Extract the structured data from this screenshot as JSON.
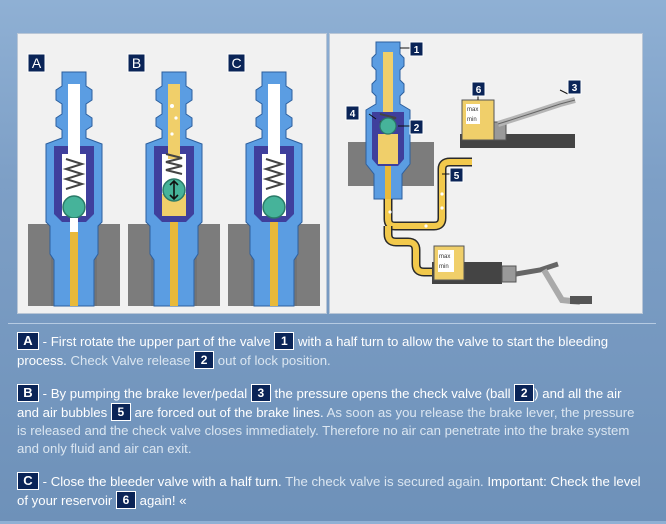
{
  "left_diagram": {
    "labels": [
      "A",
      "B",
      "C"
    ]
  },
  "right_diagram": {
    "callouts": [
      "1",
      "2",
      "3",
      "4",
      "5",
      "6"
    ],
    "reservoir_top": {
      "max": "max",
      "min": "min"
    },
    "reservoir_bottom": {
      "max": "max",
      "min": "min"
    }
  },
  "steps": [
    {
      "letter": "A",
      "t1": " - First rotate the upper part of the valve ",
      "b1": "1",
      "t2": " with a half turn to allow the valve to start the bleeding process.",
      "t3": " Check Valve release ",
      "b2": "2",
      "t4": " out of lock position."
    },
    {
      "letter": "B",
      "t1": " - By pumping the brake lever/pedal ",
      "b1": "3",
      "t2": " the pressure opens the check valve (ball ",
      "b2": "2",
      "t3": ") and all the air and air bubbles ",
      "b3": "5",
      "t4": " are forced out of the brake lines.",
      "t5": " As soon as you release the brake lever, the pressure is released and the check valve closes immediately. Therefore no air can penetrate into the brake system and only fluid and air can exit."
    },
    {
      "letter": "C",
      "t1": " - Close the bleeder valve with a half turn.",
      "t2": " The check valve is secured again.",
      "t3": " Important: Check the level of your reservoir ",
      "b1": "6",
      "t4": " again! «"
    }
  ],
  "colors": {
    "background": "#7d9fc6",
    "badge": "#0a2457",
    "valve_blue": "#5a9ae0",
    "fluid_yellow": "#f2c94c",
    "ball_green": "#46b39a",
    "housing_gray": "#7a7a7a",
    "spring_purple": "#5b4fa8"
  }
}
